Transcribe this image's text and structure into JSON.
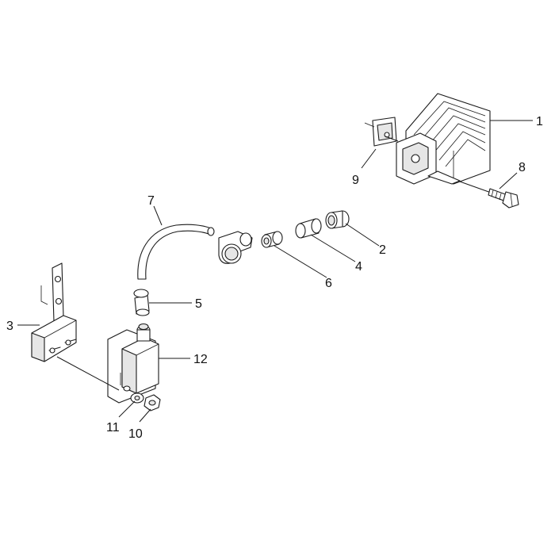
{
  "callouts": [
    {
      "id": "1",
      "label": "1"
    },
    {
      "id": "2",
      "label": "2"
    },
    {
      "id": "3",
      "label": "3"
    },
    {
      "id": "4",
      "label": "4"
    },
    {
      "id": "5",
      "label": "5"
    },
    {
      "id": "6",
      "label": "6"
    },
    {
      "id": "7",
      "label": "7"
    },
    {
      "id": "8",
      "label": "8"
    },
    {
      "id": "9",
      "label": "9"
    },
    {
      "id": "10",
      "label": "10"
    },
    {
      "id": "11",
      "label": "11"
    },
    {
      "id": "12",
      "label": "12"
    }
  ],
  "colors": {
    "line": "#1a1a1a",
    "background": "#ffffff"
  }
}
